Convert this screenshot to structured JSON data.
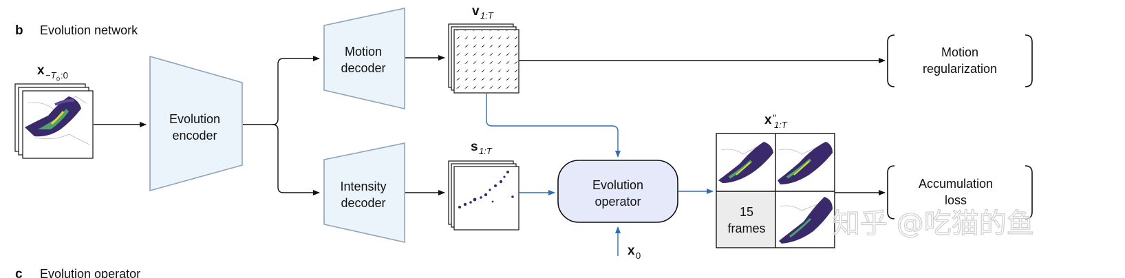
{
  "panel_b": {
    "letter": "b",
    "title": "Evolution network"
  },
  "panel_c": {
    "letter": "c",
    "title": "Evolution operator"
  },
  "inputs": {
    "x_label": "x",
    "x_subscript": "−T",
    "x_subsub": "0",
    "x_tail": ":0",
    "x0_label": "x",
    "x0_subscript": "0"
  },
  "blocks": {
    "encoder_line1": "Evolution",
    "encoder_line2": "encoder",
    "motion_line1": "Motion",
    "motion_line2": "decoder",
    "intensity_line1": "Intensity",
    "intensity_line2": "decoder",
    "operator_line1": "Evolution",
    "operator_line2": "operator",
    "motion_reg_line1": "Motion",
    "motion_reg_line2": "regularization",
    "accum_line1": "Accumulation",
    "accum_line2": "loss"
  },
  "outputs": {
    "v_label": "v",
    "v_subscript": "1:T",
    "s_label": "s",
    "s_subscript": "1:T",
    "xpp_label": "x",
    "xpp_prime": "′′",
    "xpp_subscript": "1:T",
    "frames_count": "15",
    "frames_word": "frames"
  },
  "watermark": "知乎 @吃猫的鱼",
  "colors": {
    "decoder_fill": "#eaf4fa",
    "decoder_stroke": "#8fa4b6",
    "operator_fill": "#e6e9fa",
    "arrow_black": "#111111",
    "arrow_blue": "#2a6fb8",
    "radar_dark": "#3b2a6b",
    "radar_green": "#4fa36b",
    "radar_yellow": "#d8dd3a",
    "frames_fill": "#ececec"
  }
}
